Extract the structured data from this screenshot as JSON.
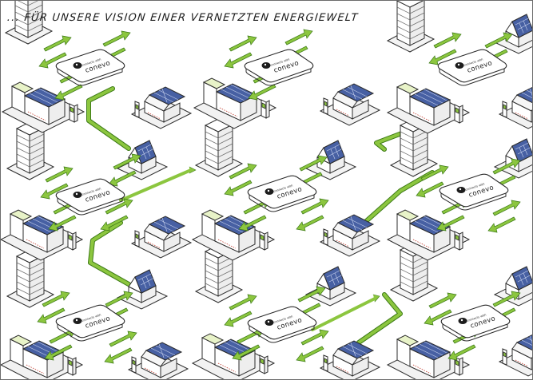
{
  "caption": "... FÜR UNSERE VISION EINER VERNETZTEN ENERGIEWELT",
  "hub": {
    "tagline": "connects with",
    "brand": "conevo"
  },
  "colors": {
    "flow_green": "#8cc63f",
    "flow_green_dark": "#3c7a16",
    "solar_blue": "#4760a3",
    "outline": "#2b2b2b",
    "ground": "#f2f2f2"
  },
  "icons": {
    "hub": "conevo-hub-device-icon",
    "office": "office-tower-icon",
    "house": "solar-house-icon",
    "factory": "solar-factory-icon",
    "garage": "solar-garage-icon",
    "charger": "ev-charger-icon",
    "arrows": "bidirectional-arrow-icon",
    "pipe": "energy-flow-pipe-icon"
  }
}
